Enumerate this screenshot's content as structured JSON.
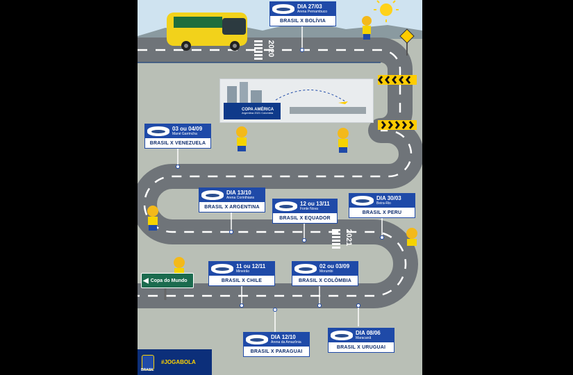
{
  "cards": [
    {
      "id": "bolivia",
      "date": "DIA 27/03",
      "venue": "Arena Pernambuco",
      "match": "BRASIL X BOLÍVIA"
    },
    {
      "id": "venezuela",
      "date": "03 ou 04/09",
      "venue": "Mané Garrincha",
      "match": "BRASIL X VENEZUELA"
    },
    {
      "id": "argentina",
      "date": "DIA 13/10",
      "venue": "Arena Corinthians",
      "match": "BRASIL X ARGENTINA"
    },
    {
      "id": "equador",
      "date": "12 ou 13/11",
      "venue": "Fonte Nova",
      "match": "BRASIL X EQUADOR"
    },
    {
      "id": "peru",
      "date": "DIA 30/03",
      "venue": "Beira-Rio",
      "match": "BRASIL X PERU"
    },
    {
      "id": "chile",
      "date": "11 ou 12/11",
      "venue": "Mineirão",
      "match": "BRASIL X CHILE"
    },
    {
      "id": "colombia",
      "date": "02 ou 03/09",
      "venue": "Morumbi",
      "match": "BRASIL X COLÔMBIA"
    },
    {
      "id": "paraguai",
      "date": "DIA 12/10",
      "venue": "Arena da Amazônia",
      "match": "BRASIL X PARAGUAI"
    },
    {
      "id": "uruguai",
      "date": "DIA 08/06",
      "venue": "Maracanã",
      "match": "BRASIL X URUGUAI"
    }
  ],
  "years": {
    "first": "2020",
    "second": "2021"
  },
  "copa": {
    "line1": "COPA AMÉRICA",
    "line2": "Argentina 2021 Colombia"
  },
  "sign": {
    "text": "Copa do Mundo"
  },
  "footer": {
    "tag": "#JOGABOLA",
    "brand": "BRASIL"
  },
  "colors": {
    "road": "#6f7479",
    "card_blue": "#1f4aa8",
    "sky": "#cfe3f0",
    "ground": "#b9bfb6"
  },
  "icons": [
    "bus-icon",
    "sun-icon",
    "mascot-icon",
    "stadium-icon",
    "chevron-warning-sign-icon",
    "plane-icon",
    "cbf-crest-icon"
  ]
}
